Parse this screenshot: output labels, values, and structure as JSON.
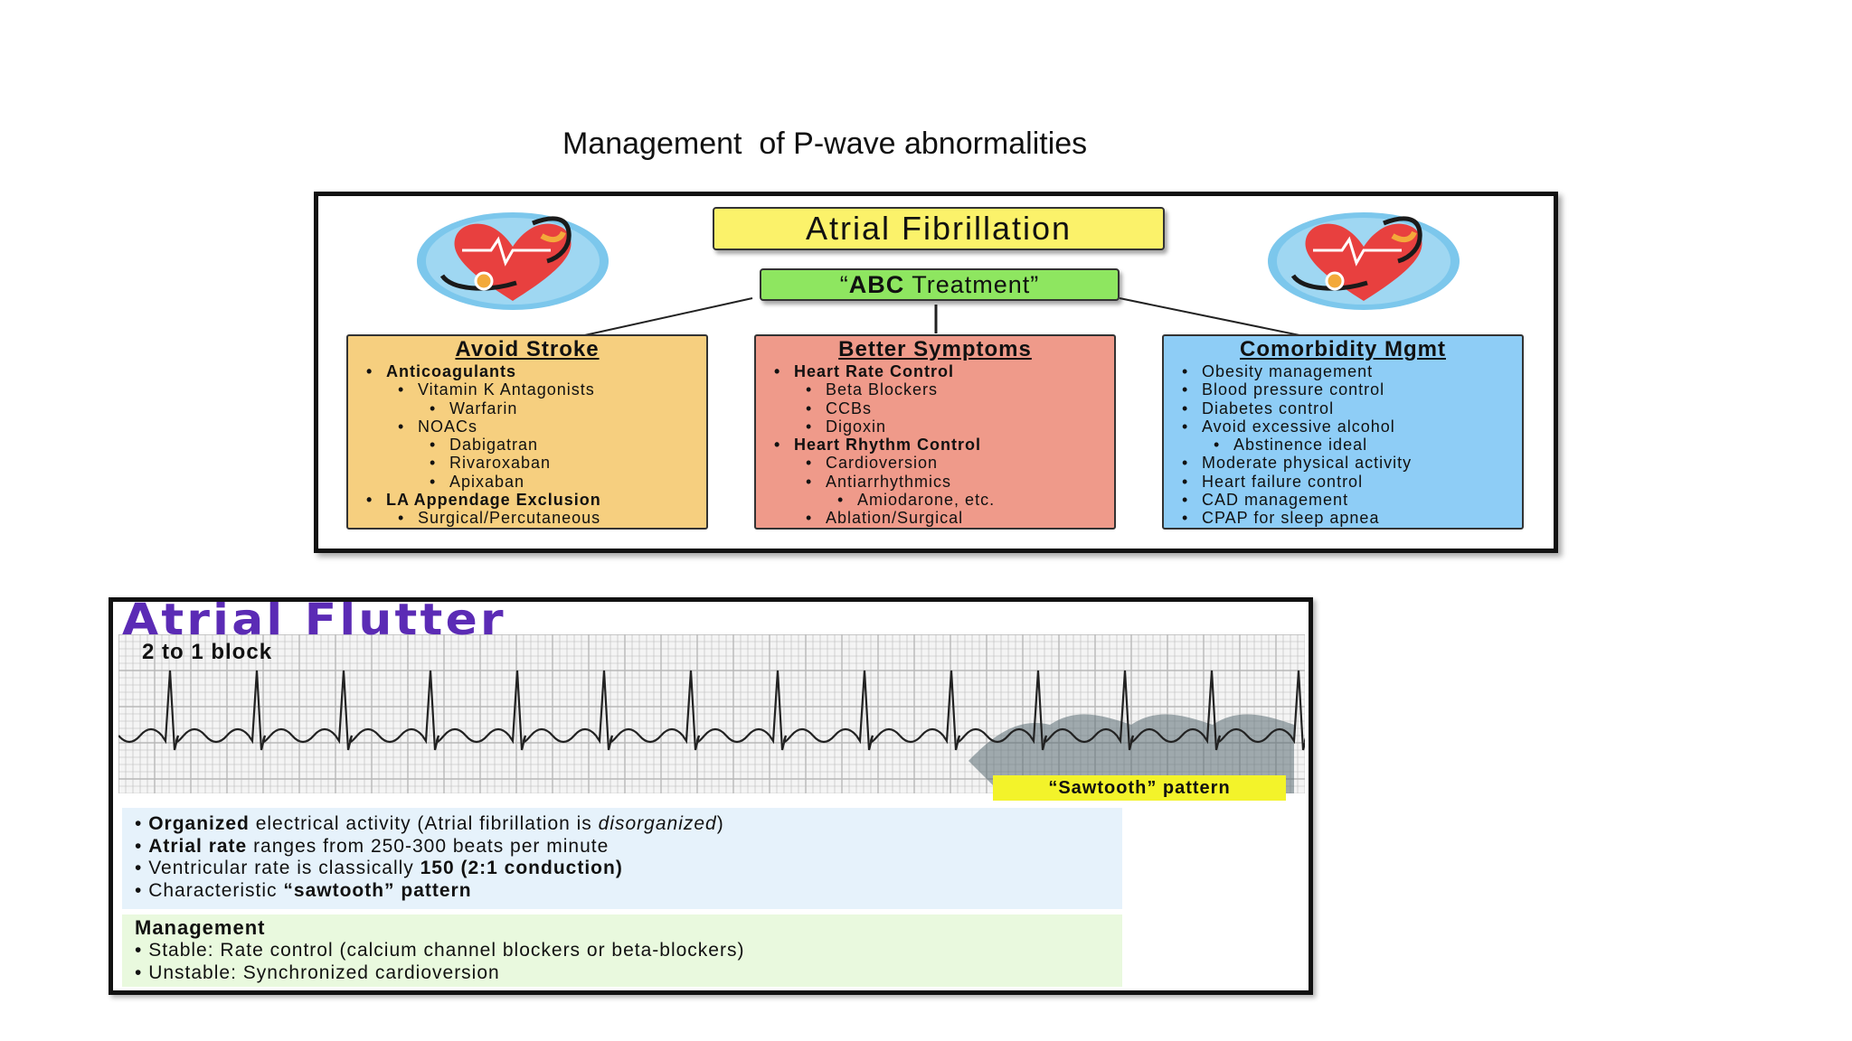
{
  "slide": {
    "title": "Management  of P-wave abnormalities"
  },
  "afib": {
    "title": "Atrial Fibrillation",
    "subtitle_pre": "“",
    "subtitle_bold": "ABC",
    "subtitle_post": " Treatment”",
    "heart_icon": "heart-stethoscope-icon",
    "columns": {
      "avoid": {
        "heading": "Avoid Stroke",
        "items": [
          "Anticoagulants",
          "Vitamin K Antagonists",
          "Warfarin",
          "NOACs",
          "Dabigatran",
          "Rivaroxaban",
          "Apixaban",
          "LA Appendage Exclusion",
          "Surgical/Percutaneous"
        ]
      },
      "better": {
        "heading": "Better Symptoms",
        "items": [
          "Heart Rate Control",
          "Beta Blockers",
          "CCBs",
          "Digoxin",
          "Heart Rhythm Control",
          "Cardioversion",
          "Antiarrhythmics",
          "Amiodarone, etc.",
          "Ablation/Surgical"
        ]
      },
      "comorb": {
        "heading": "Comorbidity Mgmt",
        "items": [
          "Obesity management",
          "Blood pressure control",
          "Diabetes control",
          "Avoid excessive alcohol",
          "Abstinence ideal",
          "Moderate physical activity",
          "Heart failure control",
          "CAD management",
          "CPAP for sleep apnea"
        ]
      }
    },
    "colors": {
      "title_bg": "#fbf26a",
      "subtitle_bg": "#8ee660",
      "avoid_bg": "#f6cf7f",
      "better_bg": "#ef9a8a",
      "comorb_bg": "#8ecdf6"
    }
  },
  "aflutter": {
    "title": "Atrial Flutter",
    "block_label": "2 to 1 block",
    "sawtooth_label": "“Sawtooth” pattern",
    "info": {
      "b1_bold": "Organized",
      "b1_text": " electrical activity (Atrial fibrillation is ",
      "b1_italic": "disorganized",
      "b1_end": ")",
      "b2_bold": "Atrial rate",
      "b2_text": " ranges from 250-300 beats per minute",
      "b3_text": "Ventricular rate is classically ",
      "b3_bold": "150 (2:1 conduction)",
      "b4_text": "Characteristic ",
      "b4_bold": "“sawtooth” pattern"
    },
    "management": {
      "heading": "Management",
      "items": [
        "Stable: Rate control (calcium channel blockers or beta-blockers)",
        "Unstable: Synchronized cardioversion"
      ]
    },
    "colors": {
      "title": "#5b2bb5",
      "info_bg": "#e6f2fb",
      "mgmt_bg": "#e9f9de",
      "label_bg": "#f3f32a"
    }
  }
}
